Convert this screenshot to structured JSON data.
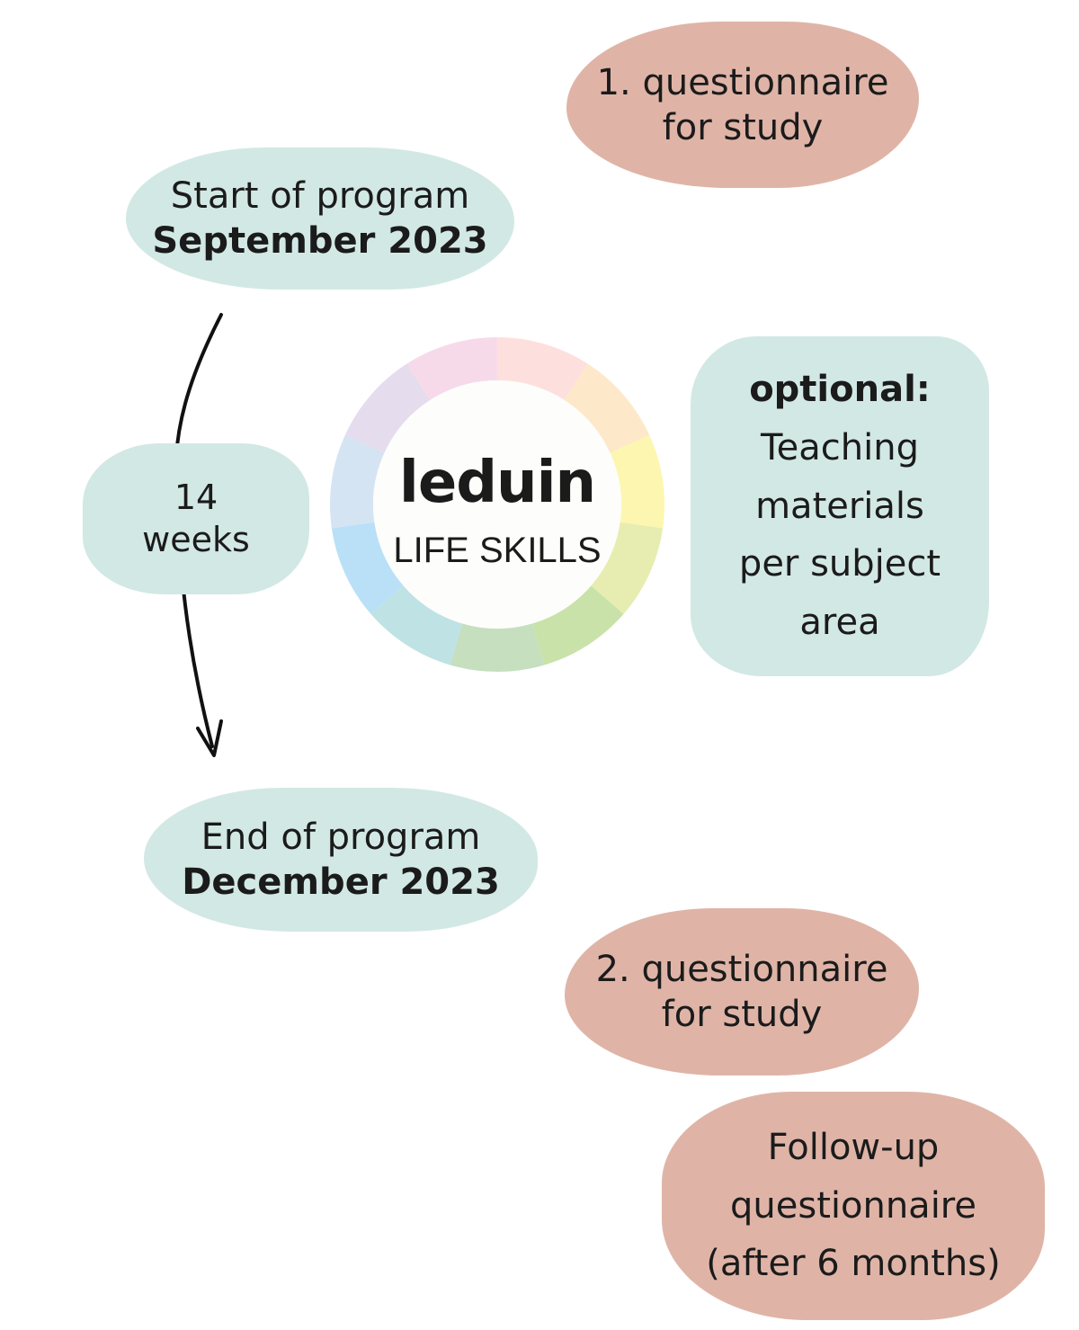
{
  "questionnaire_1": {
    "line1": "1. questionnaire",
    "line2": "for study"
  },
  "start": {
    "label": "Start of program",
    "date": "September 2023"
  },
  "duration": {
    "number": "14",
    "unit": "weeks"
  },
  "optional": {
    "heading": "optional:",
    "line1": "Teaching",
    "line2": "materials",
    "line3": "per subject",
    "line4": "area"
  },
  "logo": {
    "brand": "leduin",
    "tagline": "LIFE SKILLS",
    "ring_colors": [
      "#fde0dd",
      "#fde8c9",
      "#fdf6b0",
      "#e7edb0",
      "#c9e2a9",
      "#c5dfbf",
      "#bfe2e4",
      "#b9e0f7",
      "#d4e4f3",
      "#e5dcee",
      "#f7daea"
    ]
  },
  "end": {
    "label": "End of program",
    "date": "December 2023"
  },
  "questionnaire_2": {
    "line1": "2. questionnaire",
    "line2": "for study"
  },
  "followup": {
    "line1": "Follow-up",
    "line2": "questionnaire",
    "line3": "(after 6 months)"
  },
  "colors": {
    "teal": "#d2e8e4",
    "rose": "#dfb4a7",
    "arrow": "#111111"
  }
}
